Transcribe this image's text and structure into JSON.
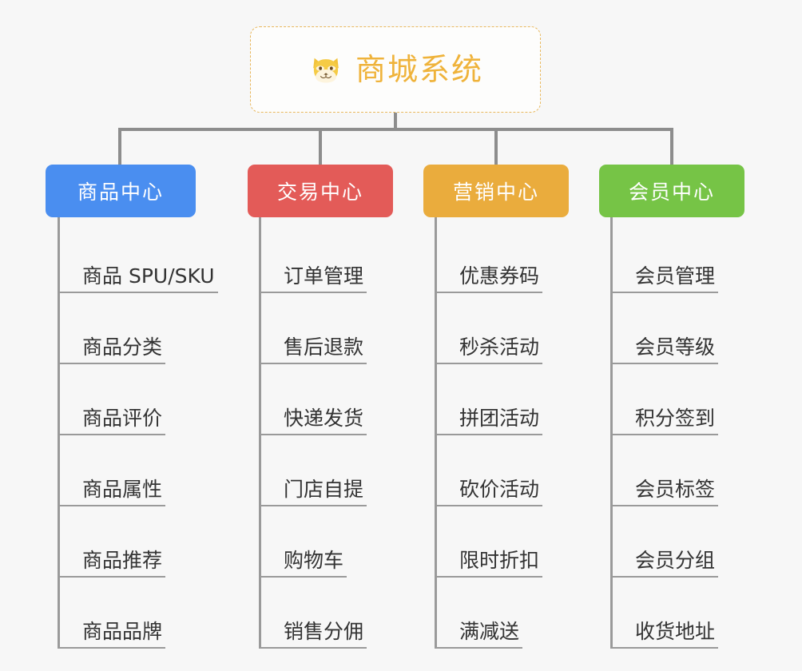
{
  "root": {
    "title": "商城系统",
    "icon": "shiba-dog-emoji",
    "border_color": "#e8b75c",
    "text_color": "#efb33b"
  },
  "colors": {
    "background": "#f7f7f7",
    "line": "#9a9a9a",
    "leaf_text": "#333333"
  },
  "columns": [
    {
      "name": "product-center",
      "title": "商品中心",
      "color": "#4a8ef0",
      "items": [
        "商品 SPU/SKU",
        "商品分类",
        "商品评价",
        "商品属性",
        "商品推荐",
        "商品品牌"
      ]
    },
    {
      "name": "trade-center",
      "title": "交易中心",
      "color": "#e35b58",
      "items": [
        "订单管理",
        "售后退款",
        "快递发货",
        "门店自提",
        "购物车",
        "销售分佣"
      ]
    },
    {
      "name": "marketing-center",
      "title": "营销中心",
      "color": "#eaac3d",
      "items": [
        "优惠券码",
        "秒杀活动",
        "拼团活动",
        "砍价活动",
        "限时折扣",
        "满减送"
      ]
    },
    {
      "name": "member-center",
      "title": "会员中心",
      "color": "#76c446",
      "items": [
        "会员管理",
        "会员等级",
        "积分签到",
        "会员标签",
        "会员分组",
        "收货地址"
      ]
    }
  ]
}
